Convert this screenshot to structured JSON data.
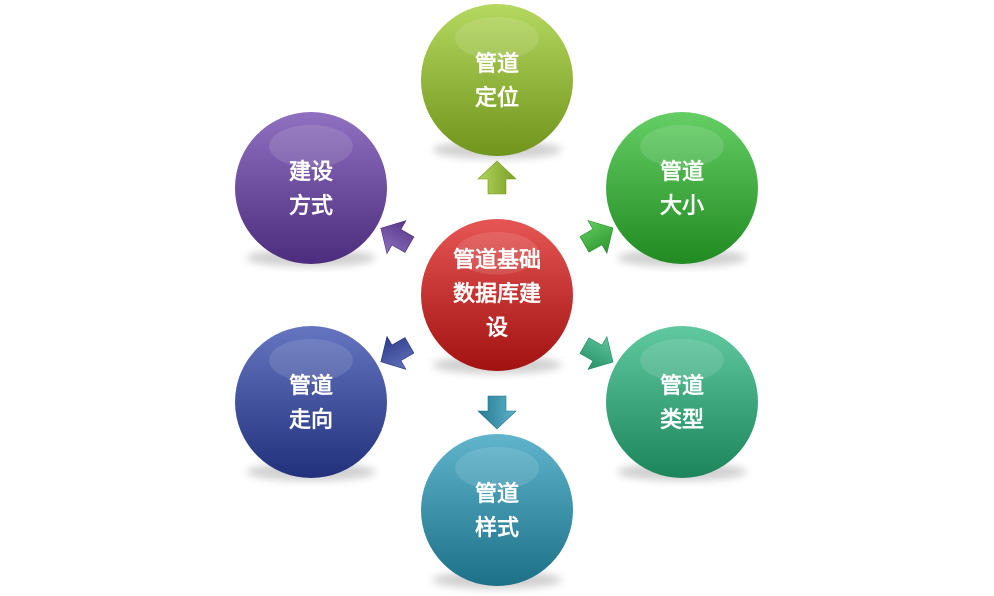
{
  "center": {
    "lines": [
      "管道基础",
      "数据库建",
      "设"
    ],
    "color": "#c0302e"
  },
  "nodes": [
    {
      "id": "positioning",
      "lines": [
        "管道",
        "定位"
      ],
      "color": "#8fb23a",
      "arrow_color": "#8fb23a"
    },
    {
      "id": "size",
      "lines": [
        "管道",
        "大小"
      ],
      "color": "#3fa83f",
      "arrow_color": "#3fa83f"
    },
    {
      "id": "type",
      "lines": [
        "管道",
        "类型"
      ],
      "color": "#3aa37a",
      "arrow_color": "#3aa37a"
    },
    {
      "id": "style",
      "lines": [
        "管道",
        "样式"
      ],
      "color": "#3a8ea6",
      "arrow_color": "#3a8ea6"
    },
    {
      "id": "direction",
      "lines": [
        "管道",
        "走向"
      ],
      "color": "#3f4f9a",
      "arrow_color": "#3f4f9a"
    },
    {
      "id": "method",
      "lines": [
        "建设",
        "方式"
      ],
      "color": "#6a4a9a",
      "arrow_color": "#6a4a9a"
    }
  ]
}
